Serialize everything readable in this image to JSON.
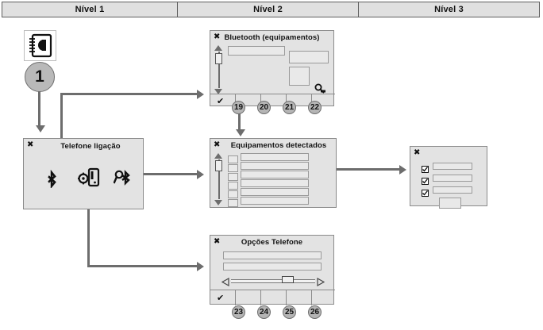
{
  "header": {
    "columns": [
      {
        "label": "Nível 1"
      },
      {
        "label": "Nível 2"
      },
      {
        "label": "Nível 3"
      }
    ]
  },
  "entry": {
    "icon": "phonebook-icon",
    "step_number": "1"
  },
  "colors": {
    "panel_fill": "#e3e3e3",
    "panel_border": "#8a8a8a",
    "field_fill": "#e9e9e9",
    "connector": "#6d6d6d",
    "header_fill": "#e0e0e0",
    "circle_fill": "#b5b5b5"
  },
  "panels": {
    "bluetooth": {
      "title": "Bluetooth (equipamentos)",
      "close_label": "✖",
      "confirm_label": "✔",
      "scroll": {
        "up": "△",
        "down": "▽"
      },
      "fields": [
        "field-main",
        "field-right-top",
        "field-right-bottom"
      ],
      "corner_icon": "bluetooth-search-icon",
      "footer_markers": [
        {
          "number": "19"
        },
        {
          "number": "20"
        },
        {
          "number": "21"
        },
        {
          "number": "22"
        }
      ]
    },
    "telefone_ligacao": {
      "title": "Telefone ligação",
      "close_label": "✖",
      "icons": [
        {
          "name": "bluetooth-icon",
          "glyph": "ᛒ"
        },
        {
          "name": "phone-settings-icon",
          "glyph": "⚙"
        },
        {
          "name": "bluetooth-search-icon",
          "glyph": "ᛒ"
        }
      ]
    },
    "equipamentos": {
      "title": "Equipamentos detectados",
      "close_label": "✖",
      "scroll": {
        "up": "△",
        "down": "▽"
      },
      "rows": [
        {
          "badge": "",
          "label": ""
        },
        {
          "badge": "",
          "label": ""
        },
        {
          "badge": "",
          "label": ""
        },
        {
          "badge": "",
          "label": ""
        },
        {
          "badge": "",
          "label": ""
        },
        {
          "badge": "",
          "label": ""
        }
      ]
    },
    "detalhes": {
      "title": "",
      "close_label": "✖",
      "checkrows": [
        {
          "icon": "checkbox-icon",
          "label": ""
        },
        {
          "icon": "checkbox-icon",
          "label": ""
        },
        {
          "icon": "checkbox-icon",
          "label": ""
        }
      ],
      "button_label": ""
    },
    "opcoes_telefone": {
      "title": "Opções Telefone",
      "close_label": "✖",
      "confirm_label": "✔",
      "fields": [
        "field-top",
        "field-bottom"
      ],
      "slider": {
        "left_arrow": "◁",
        "right_arrow": "▷",
        "thumb_position_pct": 62
      },
      "footer_markers": [
        {
          "number": "23"
        },
        {
          "number": "24"
        },
        {
          "number": "25"
        },
        {
          "number": "26"
        }
      ]
    }
  }
}
